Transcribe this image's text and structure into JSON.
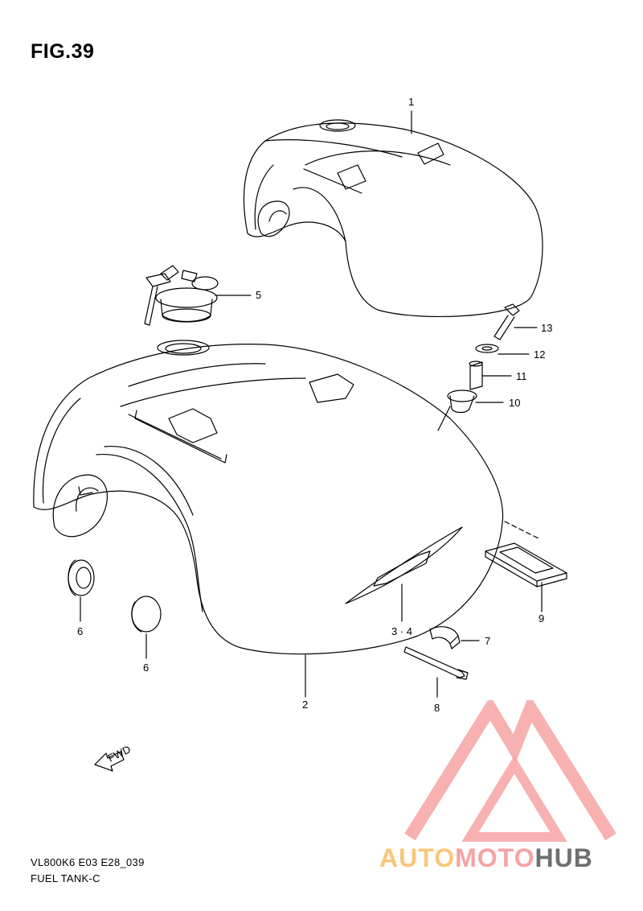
{
  "figure": {
    "title": "FIG.39"
  },
  "callouts": {
    "fuel_tank_upper": "1",
    "fuel_tank_main": "2",
    "emblem": "3 · 4",
    "fuel_cap": "5",
    "plug_a": "6",
    "plug_b": "6",
    "clamp": "7",
    "band": "8",
    "cushion": "9",
    "cushion_bush": "10",
    "spacer": "11",
    "washer": "12",
    "bolt": "13"
  },
  "arrow": {
    "label": "FWD"
  },
  "footer": {
    "model_code": "VL800K6 E03 E28_039",
    "group_name": "FUEL TANK-C"
  },
  "watermark": {
    "part1": "AUTO",
    "part2": "MOTO",
    "part3": "HUB",
    "colors": {
      "auto": "#f9c77a",
      "moto": "#f7a3a3",
      "hub": "#6f6f6f",
      "logo": "#f7a3a3"
    }
  }
}
